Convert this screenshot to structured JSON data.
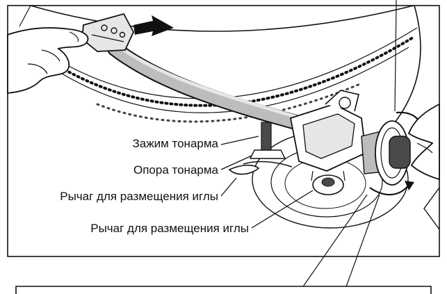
{
  "labels": {
    "tonearm_clamp": "Зажим тонарма",
    "tonearm_rest": "Опора тонарма",
    "cue_lever_1": "Рычаг для размещения иглы",
    "cue_lever_2": "Рычаг для размещения иглы"
  },
  "arrow": {
    "direction": "right"
  },
  "colors": {
    "ink": "#111111",
    "fill_light": "#e6e6e6",
    "fill_mid": "#bdbdbd",
    "fill_dark": "#4a4a4a",
    "paper": "#ffffff"
  }
}
